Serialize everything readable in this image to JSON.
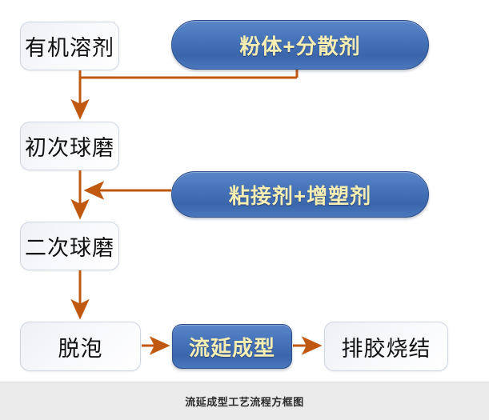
{
  "diagram": {
    "type": "process-flowchart",
    "orientation": "top-to-bottom",
    "colors": {
      "background": "#ffffff",
      "plain_node_fill": "#f2f4f7",
      "plain_node_border": "#cfd6e2",
      "plain_node_text": "#111111",
      "blue_node_fill": "#4572b8",
      "blue_node_border": "#2d4f8a",
      "blue_node_text": "#f6eeb2",
      "connector": "#c0580f",
      "caption_bar": "#ebebeb",
      "caption_text": "#2b2b2b"
    },
    "nodes": [
      {
        "id": "solvent",
        "label": "有机溶剂",
        "style": "plain",
        "shape": "rounded-rect"
      },
      {
        "id": "powder",
        "label": "粉体+分散剂",
        "style": "blue",
        "shape": "pill"
      },
      {
        "id": "mill1",
        "label": "初次球磨",
        "style": "plain",
        "shape": "rounded-rect"
      },
      {
        "id": "binder",
        "label": "粘接剂+增塑剂",
        "style": "blue",
        "shape": "pill"
      },
      {
        "id": "mill2",
        "label": "二次球磨",
        "style": "plain",
        "shape": "rounded-rect"
      },
      {
        "id": "defoam",
        "label": "脱泡",
        "style": "plain",
        "shape": "rounded-rect"
      },
      {
        "id": "casting",
        "label": "流延成型",
        "style": "blue",
        "shape": "rounded-rect"
      },
      {
        "id": "sinter",
        "label": "排胶烧结",
        "style": "plain",
        "shape": "rounded-rect"
      }
    ],
    "edges": [
      {
        "from": "solvent",
        "to": "mill1",
        "arrow": "down"
      },
      {
        "from": "powder",
        "to": "mill1",
        "arrow": "merge-into-down-line"
      },
      {
        "from": "mill1",
        "to": "mill2",
        "arrow": "down"
      },
      {
        "from": "binder",
        "to": "mill2",
        "arrow": "left-merge"
      },
      {
        "from": "mill2",
        "to": "defoam",
        "arrow": "down"
      },
      {
        "from": "defoam",
        "to": "casting",
        "arrow": "right"
      },
      {
        "from": "casting",
        "to": "sinter",
        "arrow": "right"
      }
    ]
  },
  "caption": {
    "text": "流延成型工艺流程方框图"
  }
}
